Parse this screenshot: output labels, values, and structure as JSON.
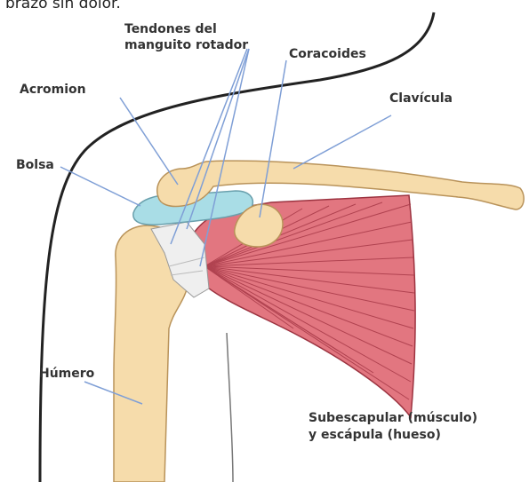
{
  "caption_fragment": "brazo sin dolor.",
  "labels": {
    "tendones_line1": "Tendones del",
    "tendones_line2": "manguito rotador",
    "coracoides": "Coracoides",
    "acromion": "Acromion",
    "clavicula": "Clavícula",
    "bolsa": "Bolsa",
    "humero": "Húmero",
    "subescapular_line1": "Subescapular (músculo)",
    "subescapular_line2": "y escápula (hueso)"
  },
  "colors": {
    "bone": "#f6dcab",
    "bone_outline": "#b9935a",
    "muscle": "#e0707a",
    "muscle_stripe": "#b03a48",
    "bursa": "#a9dde6",
    "tendon": "#eeeeee",
    "pointer_line": "#7f9fd6"
  }
}
